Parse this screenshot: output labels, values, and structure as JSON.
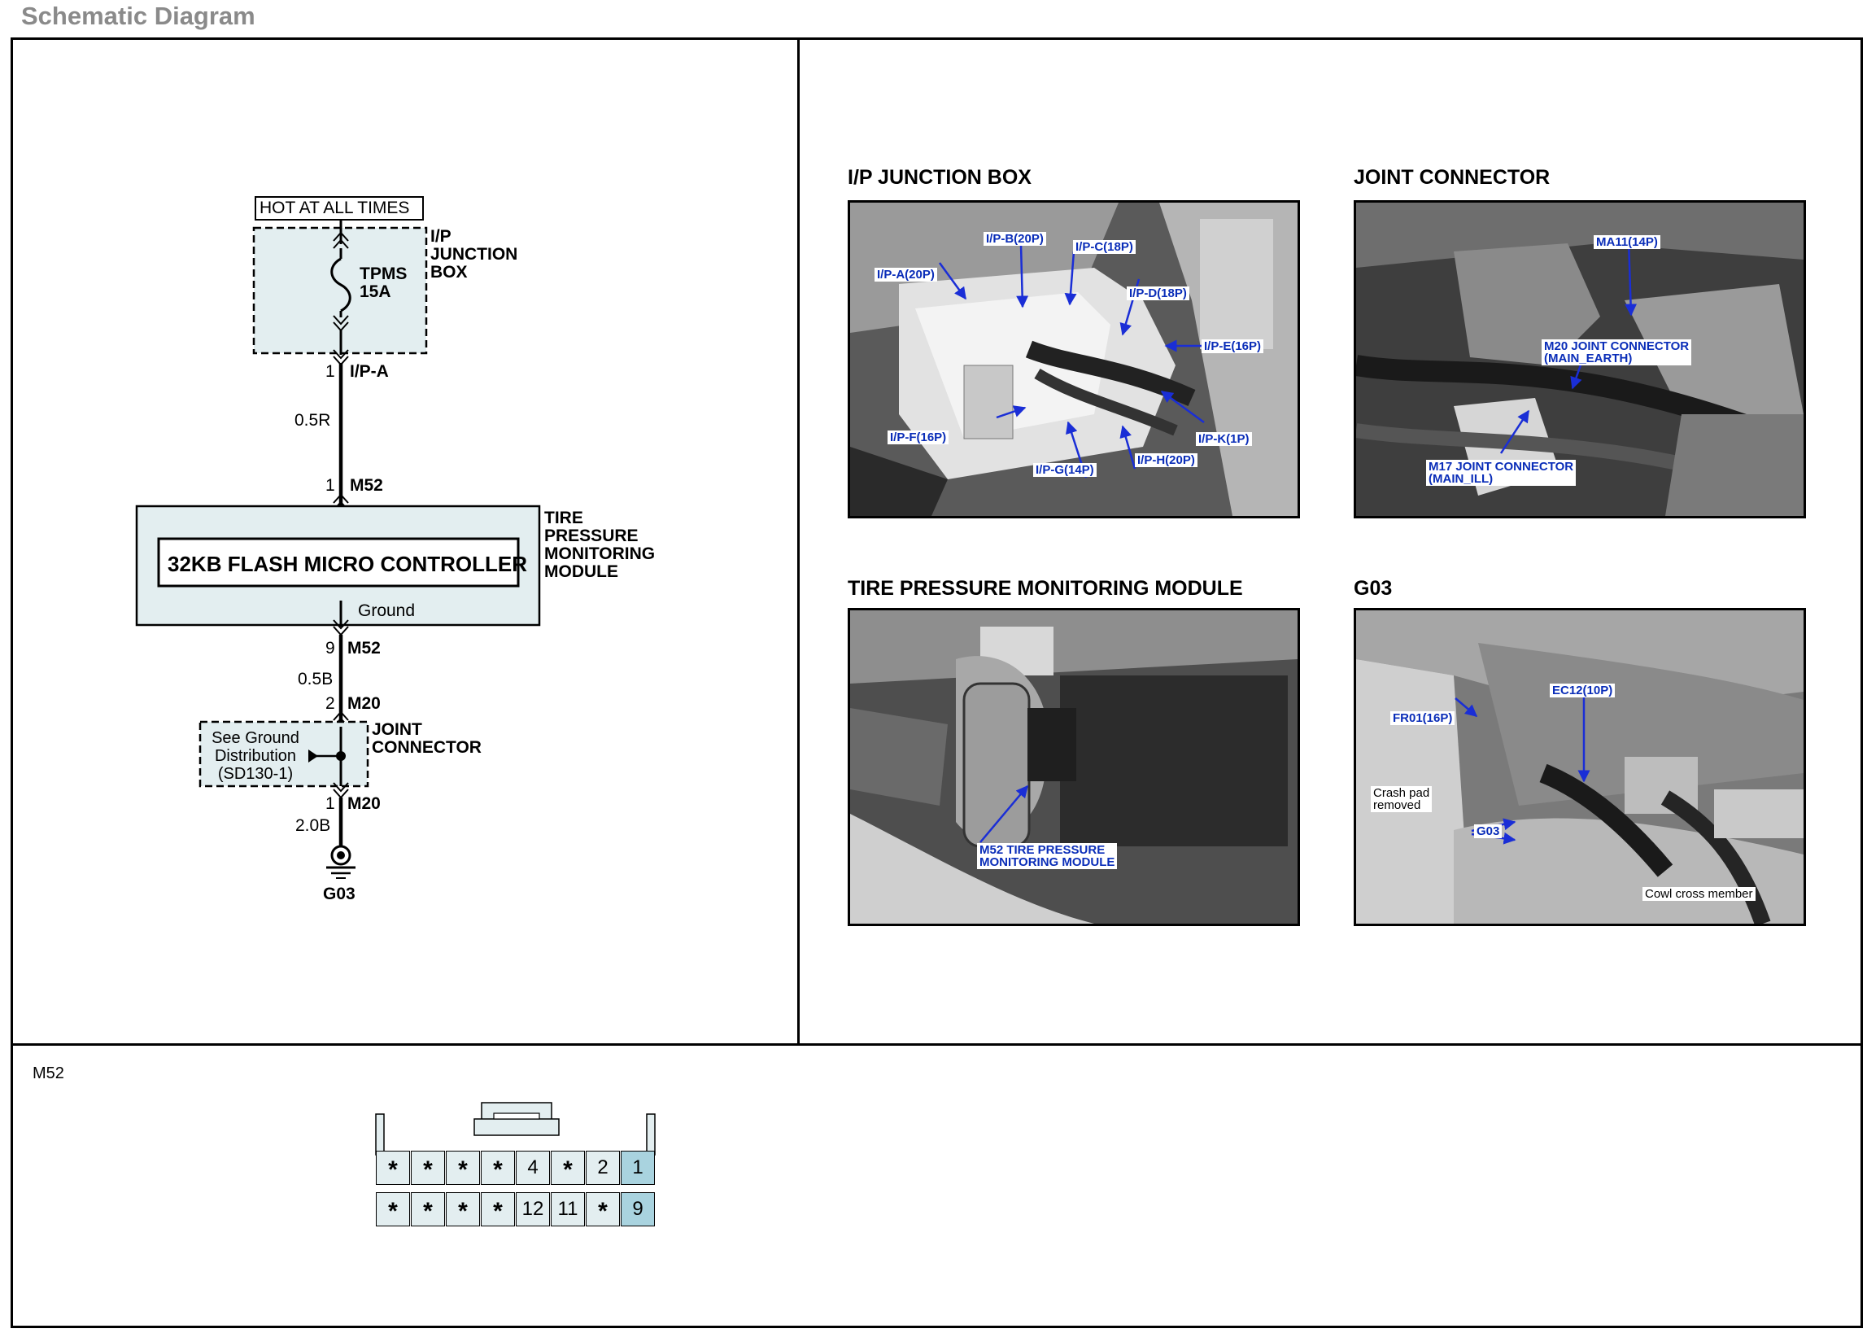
{
  "page_title": "Schematic Diagram",
  "schematic": {
    "power_source": "HOT AT ALL TIMES",
    "junction_box_label": [
      "I/P",
      "JUNCTION",
      "BOX"
    ],
    "fuse_name": "TPMS",
    "fuse_rating": "15A",
    "ipa_pin": "1",
    "ipa_connector": "I/P-A",
    "wire1": "0.5R",
    "m52_pin_top": "1",
    "m52_top": "M52",
    "controller": "32KB FLASH MICRO CONTROLLER",
    "module_label": [
      "TIRE",
      "PRESSURE",
      "MONITORING",
      "MODULE"
    ],
    "ground_label": "Ground",
    "m52_pin_bottom": "9",
    "m52_bottom": "M52",
    "wire2": "0.5B",
    "m20_pin_top": "2",
    "m20_top": "M20",
    "joint_label": [
      "JOINT",
      "CONNECTOR"
    ],
    "see_ground": [
      "See Ground",
      "Distribution",
      "(SD130-1)"
    ],
    "m20_pin_bottom": "1",
    "m20_bottom": "M20",
    "wire3": "2.0B",
    "ground_point": "G03"
  },
  "photos": {
    "junction_box": {
      "title": "I/P JUNCTION BOX",
      "callouts": [
        "I/P-B(20P)",
        "I/P-C(18P)",
        "I/P-A(20P)",
        "I/P-D(18P)",
        "I/P-E(16P)",
        "I/P-F(16P)",
        "I/P-K(1P)",
        "I/P-G(14P)",
        "I/P-H(20P)"
      ]
    },
    "joint_connector": {
      "title": "JOINT CONNECTOR",
      "callouts": [
        "MA11(14P)",
        "M20 JOINT CONNECTOR",
        "(MAIN_EARTH)",
        "M17 JOINT CONNECTOR",
        "(MAIN_ILL)"
      ]
    },
    "tpms_module": {
      "title": "TIRE PRESSURE MONITORING MODULE",
      "callouts": [
        "M52 TIRE PRESSURE",
        "MONITORING MODULE"
      ]
    },
    "g03": {
      "title": "G03",
      "callouts": [
        "FR01(16P)",
        "EC12(10P)",
        "Crash pad",
        "removed",
        "G03",
        "Cowl cross member"
      ]
    }
  },
  "connector": {
    "name": "M52",
    "row1": [
      "*",
      "*",
      "*",
      "*",
      "4",
      "*",
      "2",
      "1"
    ],
    "row2": [
      "*",
      "*",
      "*",
      "*",
      "12",
      "11",
      "*",
      "9"
    ],
    "highlighted": [
      "1",
      "9"
    ],
    "colors": {
      "pin": "#e3eef0",
      "pin_highlight": "#a9d3df"
    }
  },
  "colors": {
    "module_fill": "#e3eef0",
    "callout_text": "#0a2db8",
    "arrow": "#1a2ed6",
    "title_gray": "#8a8a8a"
  }
}
